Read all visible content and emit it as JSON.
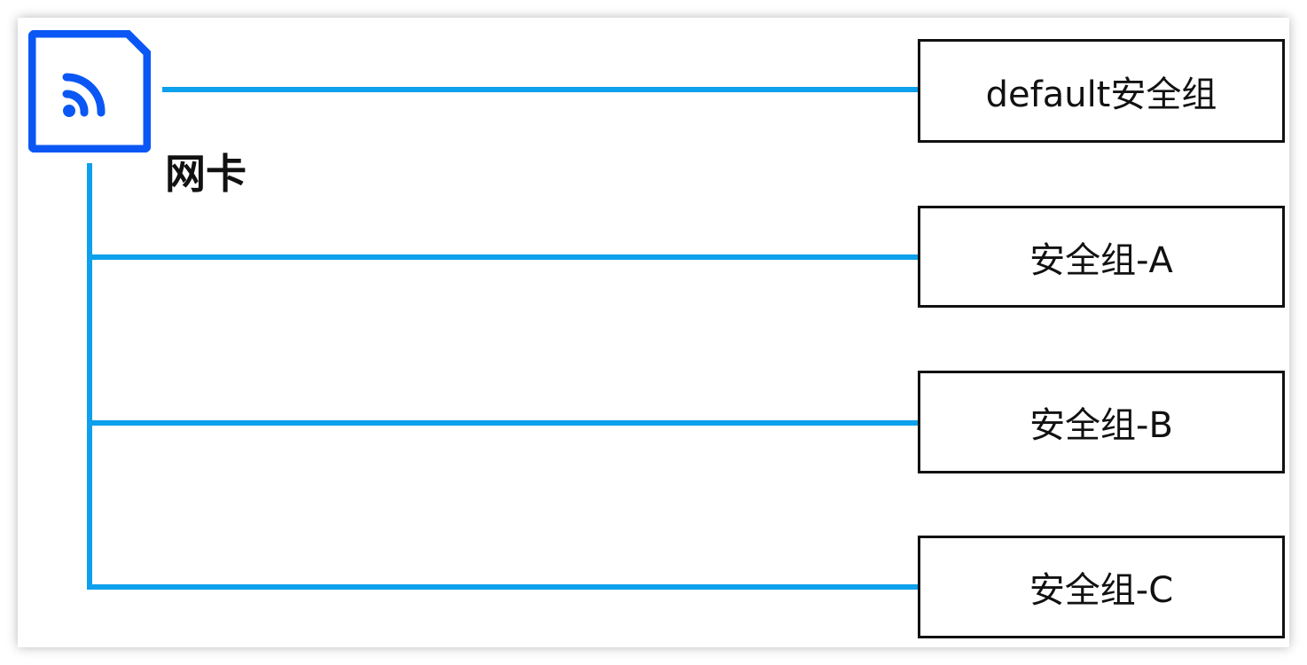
{
  "nic": {
    "label": "网卡",
    "icon": "rss-card-icon",
    "icon_color": "#0a57f5"
  },
  "connector_color": "#0da0ec",
  "security_groups": [
    {
      "label": "default安全组"
    },
    {
      "label": "安全组-A"
    },
    {
      "label": "安全组-B"
    },
    {
      "label": "安全组-C"
    }
  ]
}
